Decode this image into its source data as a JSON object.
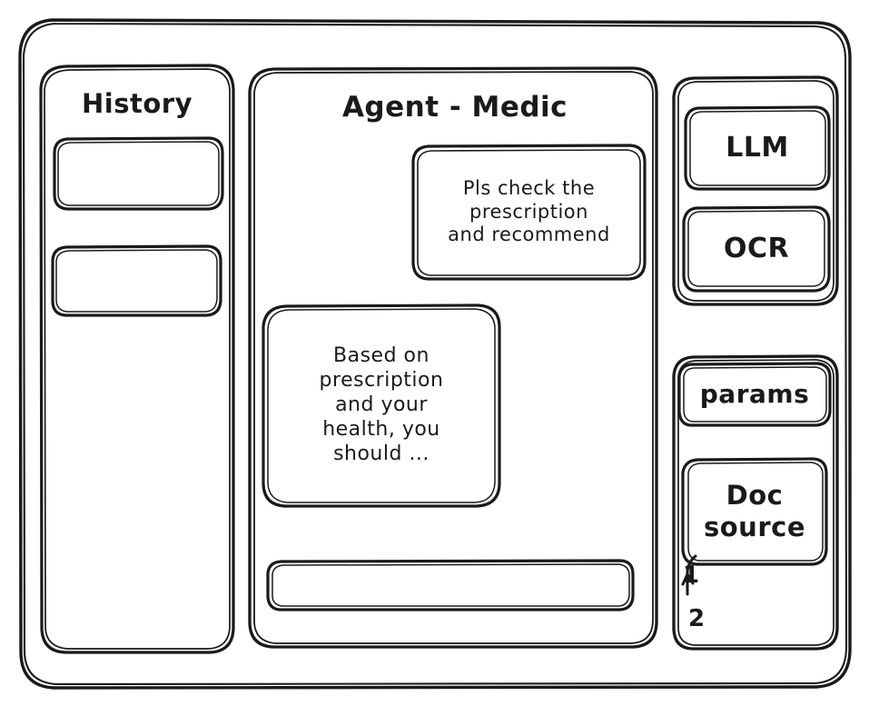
{
  "window": {
    "name": "wireframe-window"
  },
  "sidebar": {
    "title": "History",
    "items": [
      {
        "label": ""
      },
      {
        "label": ""
      }
    ]
  },
  "main": {
    "title": "Agent - Medic",
    "messages": [
      {
        "role": "user",
        "text": "Pls check the\nprescription\nand recommend"
      },
      {
        "role": "assistant",
        "text": "Based on\nprescription\nand your\nhealth, you\nshould ..."
      }
    ],
    "input": {
      "value": "",
      "placeholder": ""
    }
  },
  "tools_panel": {
    "items": [
      {
        "label": "LLM"
      },
      {
        "label": "OCR"
      }
    ]
  },
  "context_panel": {
    "params_label": "params",
    "doc_source_label": "Doc\nsource",
    "doc_source_items": [
      {
        "label": "1"
      },
      {
        "label": "2"
      }
    ]
  },
  "style": {
    "stroke_color": "#1a1a1a",
    "background": "#ffffff"
  }
}
